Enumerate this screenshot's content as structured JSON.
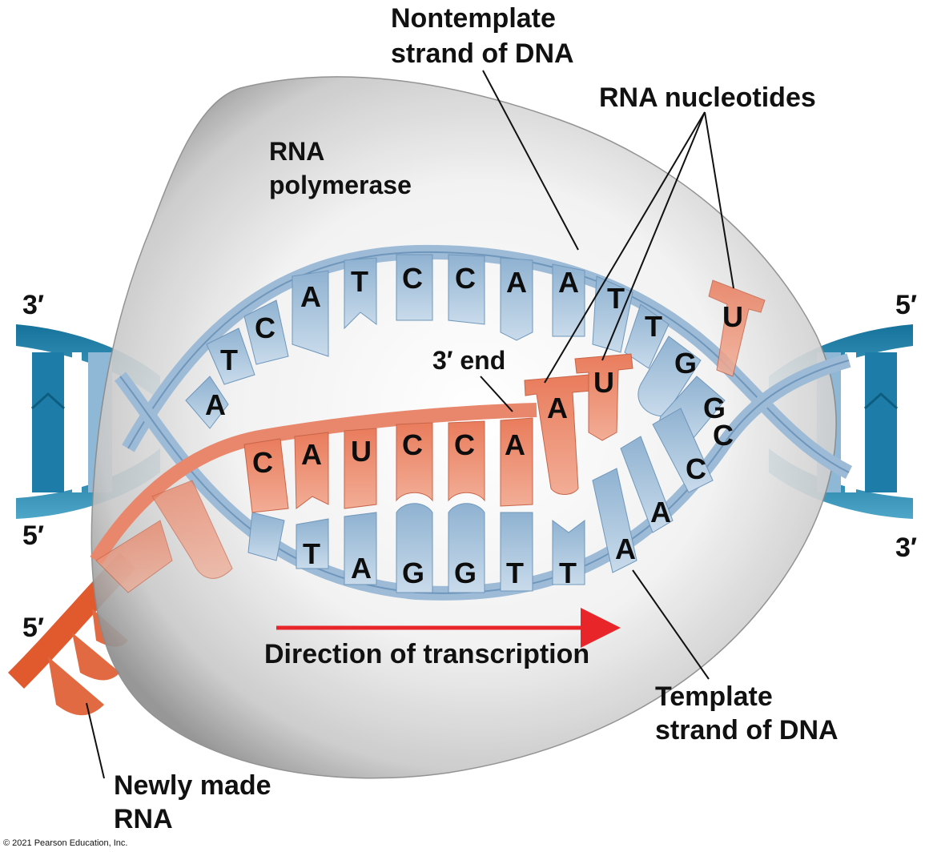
{
  "labels": {
    "nontemplate_line1": "Nontemplate",
    "nontemplate_line2": "strand of DNA",
    "rna_nucleotides": "RNA nucleotides",
    "rna_polymerase_line1": "RNA",
    "rna_polymerase_line2": "polymerase",
    "three_prime_end": "3′ end",
    "direction": "Direction of transcription",
    "template_line1": "Template",
    "template_line2": "strand of DNA",
    "newly_made_line1": "Newly made",
    "newly_made_line2": "RNA",
    "left_top_end": "3′",
    "left_bottom_end": "5′",
    "right_top_end": "5′",
    "right_bottom_end": "3′",
    "rna_end": "5′",
    "copyright": "© 2021 Pearson Education, Inc."
  },
  "sequences": {
    "nontemplate": [
      "A",
      "T",
      "C",
      "A",
      "T",
      "C",
      "C",
      "A",
      "A",
      "T",
      "T",
      "G",
      "G"
    ],
    "template": [
      "T",
      "A",
      "G",
      "G",
      "T",
      "T",
      "A",
      "A",
      "C",
      "C"
    ],
    "rna": [
      "C",
      "A",
      "U",
      "C",
      "C",
      "A"
    ],
    "free_nucleotides": [
      "A",
      "U",
      "U"
    ]
  },
  "colors": {
    "dna_light": "#9dbbd6",
    "dna_dark": "#1f7fa6",
    "rna": "#e9876c",
    "rna_dark": "#e05a2e",
    "polymerase": "#b9b9b9",
    "arrow": "#e8262a"
  }
}
